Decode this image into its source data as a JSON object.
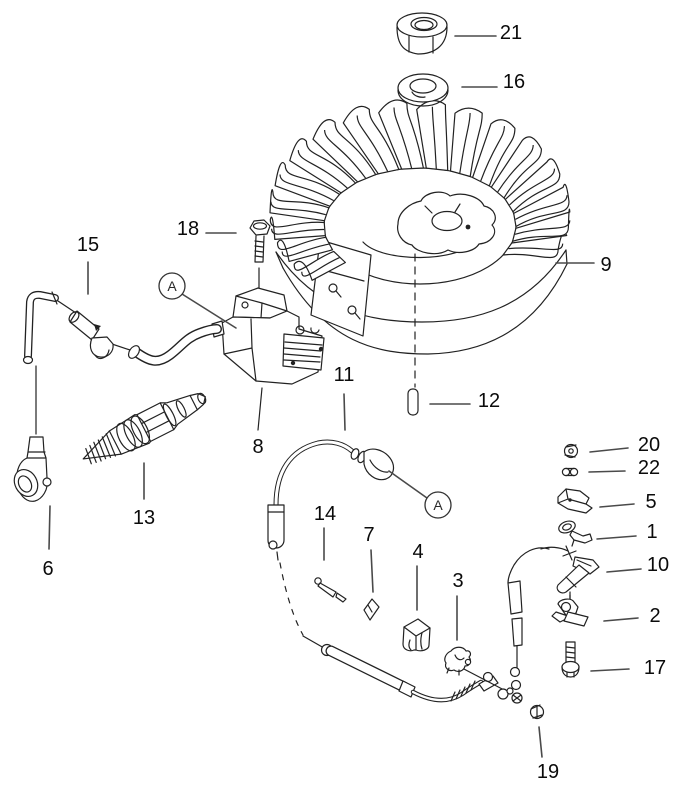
{
  "colors": {
    "background": "#ffffff",
    "line": "#222222",
    "leader": "#4a4a4a"
  },
  "balloon_label": "A",
  "labels": {
    "n1": "1",
    "n2": "2",
    "n3": "3",
    "n4": "4",
    "n5": "5",
    "n6": "6",
    "n7": "7",
    "n8": "8",
    "n9": "9",
    "n10": "10",
    "n11": "11",
    "n12": "12",
    "n13": "13",
    "n14": "14",
    "n15": "15",
    "n16": "16",
    "n17": "17",
    "n18": "18",
    "n19": "19",
    "n20": "20",
    "n21": "21",
    "n22": "22"
  }
}
